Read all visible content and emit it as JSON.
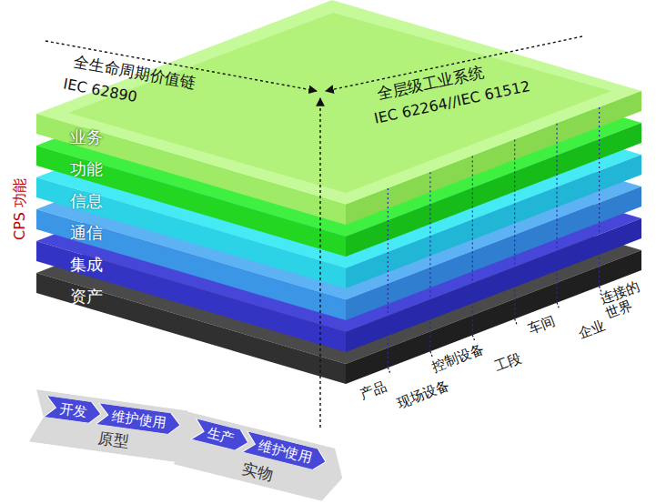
{
  "diagram": {
    "nodes": [
      {
        "text": [
          "业务"
        ]
      },
      {
        "text": [
          "功能"
        ]
      },
      {
        "text": [
          "信息"
        ]
      },
      {
        "text": [
          "通信"
        ]
      },
      {
        "text": [
          "集成"
        ]
      },
      {
        "text": [
          "资产"
        ]
      },
      {
        "text": [
          "原型"
        ]
      },
      {
        "text": [
          "开发"
        ],
        "in": 6
      },
      {
        "text": [
          "维护使用"
        ],
        "in": 6
      },
      {
        "text": [
          "实物"
        ]
      },
      {
        "text": [
          "生产"
        ],
        "in": 9
      },
      {
        "text": [
          "维护使用"
        ],
        "in": 9
      }
    ],
    "labels": [
      "全生命周期价值链",
      "IEC 62890",
      "全层级工业系统",
      "IEC 62264//IEC 61512",
      "CPS 功能",
      "连接的 世界",
      "企业",
      "车间",
      "工段",
      "控制设备",
      "现场设备",
      "产品"
    ]
  }
}
